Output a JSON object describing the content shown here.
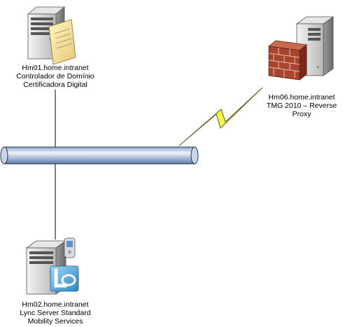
{
  "nodes": [
    {
      "id": "hm01",
      "role": "domain-controller-server",
      "icon": "server-with-certificate-icon",
      "label_lines": [
        "Hm01.home.intranet",
        "Controlador de Domínio",
        "Certificadora Digital"
      ]
    },
    {
      "id": "hm06",
      "role": "reverse-proxy-firewall",
      "icon": "firewall-server-icon",
      "label_lines": [
        "Hm06.home.intranet",
        "TMG 2010 – Reverse",
        "Proxy"
      ]
    },
    {
      "id": "hm02",
      "role": "lync-server",
      "icon": "lync-server-mobile-icon",
      "label_lines": [
        "Hm02.home.intranet",
        "Lync Server Standard",
        "Mobility Services"
      ]
    }
  ],
  "links": [
    {
      "from": "hm01",
      "to": "network-bus",
      "style": "line"
    },
    {
      "from": "hm02",
      "to": "network-bus",
      "style": "line"
    },
    {
      "from": "network-bus",
      "to": "hm06",
      "style": "lightning"
    }
  ],
  "colors": {
    "bus_light": "#e8eef8",
    "bus_dark": "#4e6e9a",
    "lightning_fill": "#f5f54a",
    "lightning_stroke": "#6e6e20",
    "brick": "#a0402a",
    "server_body": "#d4d4d4"
  }
}
